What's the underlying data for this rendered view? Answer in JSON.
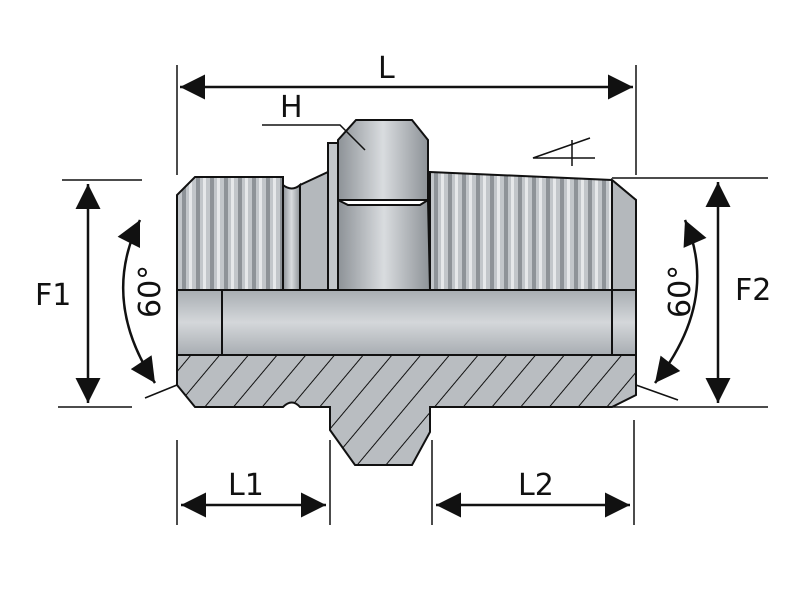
{
  "labels": {
    "length": "L",
    "hex": "H",
    "diameter_left": "F1",
    "diameter_right": "F2",
    "angle_left": "60°",
    "angle_right": "60°",
    "length_left": "L1",
    "length_right": "L2"
  },
  "colors": {
    "metal": "#b4b8bc",
    "metal_dark": "#8a8f94",
    "bore": "#c9cccf",
    "line": "#111111"
  },
  "icons": [
    "taper-thread-symbol"
  ]
}
